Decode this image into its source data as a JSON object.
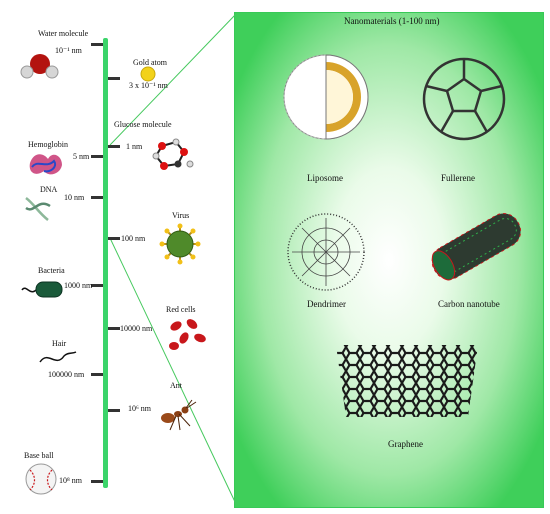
{
  "scale_labels": {
    "water": "Water molecule",
    "water_size": "10⁻¹ nm",
    "gold": "Gold atom",
    "gold_size": "3 x 10⁻¹ nm",
    "glucose": "Glucose molecule",
    "glucose_size": "1 nm",
    "hemoglobin": "Hemoglobin",
    "hemoglobin_size": "5 nm",
    "dna": "DNA",
    "dna_size": "10 nm",
    "virus": "Virus",
    "virus_size": "100 nm",
    "bacteria": "Bacteria",
    "bacteria_size": "1000 nm",
    "red_cells": "Red cells",
    "red_cells_size": "10000 nm",
    "hair": "Hair",
    "hair_size": "100000 nm",
    "ant": "Ant",
    "ant_size": "10⁶ nm",
    "baseball": "Base ball",
    "baseball_size": "10⁸ nm"
  },
  "panel": {
    "title": "Nanomaterials (1-100 nm)",
    "liposome": "Liposome",
    "fullerene": "Fullerene",
    "dendrimer": "Dendrimer",
    "carbon_nanotube": "Carbon nanotube",
    "graphene": "Graphene"
  },
  "colors": {
    "axis": "#3bd46a",
    "panel_edge": "#38c957",
    "gold": "#f2d21a",
    "virus": "#4f8a2a",
    "red_cell": "#c8171b"
  }
}
